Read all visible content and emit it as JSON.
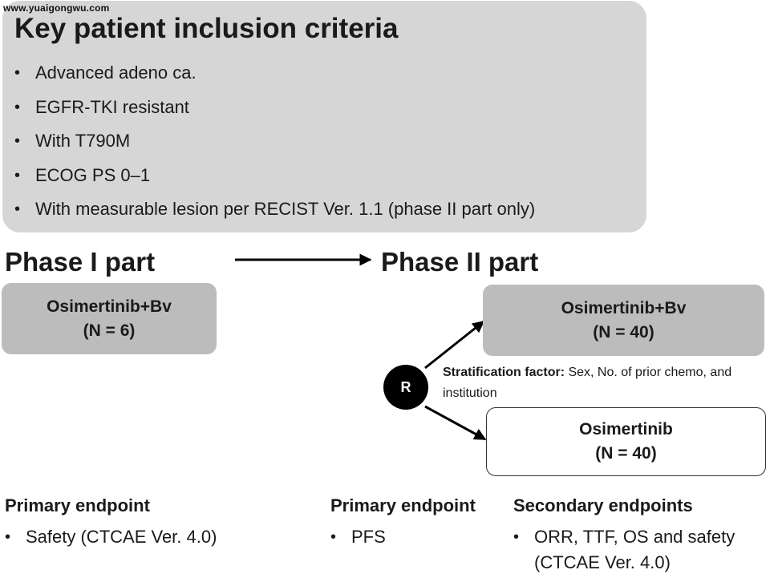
{
  "watermark": "www.yuaigongwu.com",
  "criteria": {
    "title": "Key patient inclusion criteria",
    "items": [
      "Advanced adeno ca.",
      "EGFR-TKI resistant",
      "With T790M",
      "ECOG PS 0–1",
      "With measurable lesion per RECIST Ver. 1.1 (phase II part only)"
    ]
  },
  "phase1": {
    "title": "Phase I part",
    "arm": {
      "name": "Osimertinib+Bv",
      "n": "(N = 6)"
    }
  },
  "phase2": {
    "title": "Phase II part",
    "arm1": {
      "name": "Osimertinib+Bv",
      "n": "(N = 40)"
    },
    "arm2": {
      "name": "Osimertinib",
      "n": "(N = 40)"
    },
    "randomization": "R",
    "stratification_label": "Stratification factor:",
    "stratification_text": " Sex, No. of prior chemo, and institution"
  },
  "endpoints": {
    "phase1_primary": {
      "title": "Primary endpoint",
      "items": [
        "Safety (CTCAE Ver. 4.0)"
      ]
    },
    "phase2_primary": {
      "title": "Primary endpoint",
      "items": [
        "PFS"
      ]
    },
    "phase2_secondary": {
      "title": "Secondary endpoints",
      "items": [
        "ORR, TTF, OS and safety (CTCAE Ver. 4.0)"
      ]
    }
  }
}
